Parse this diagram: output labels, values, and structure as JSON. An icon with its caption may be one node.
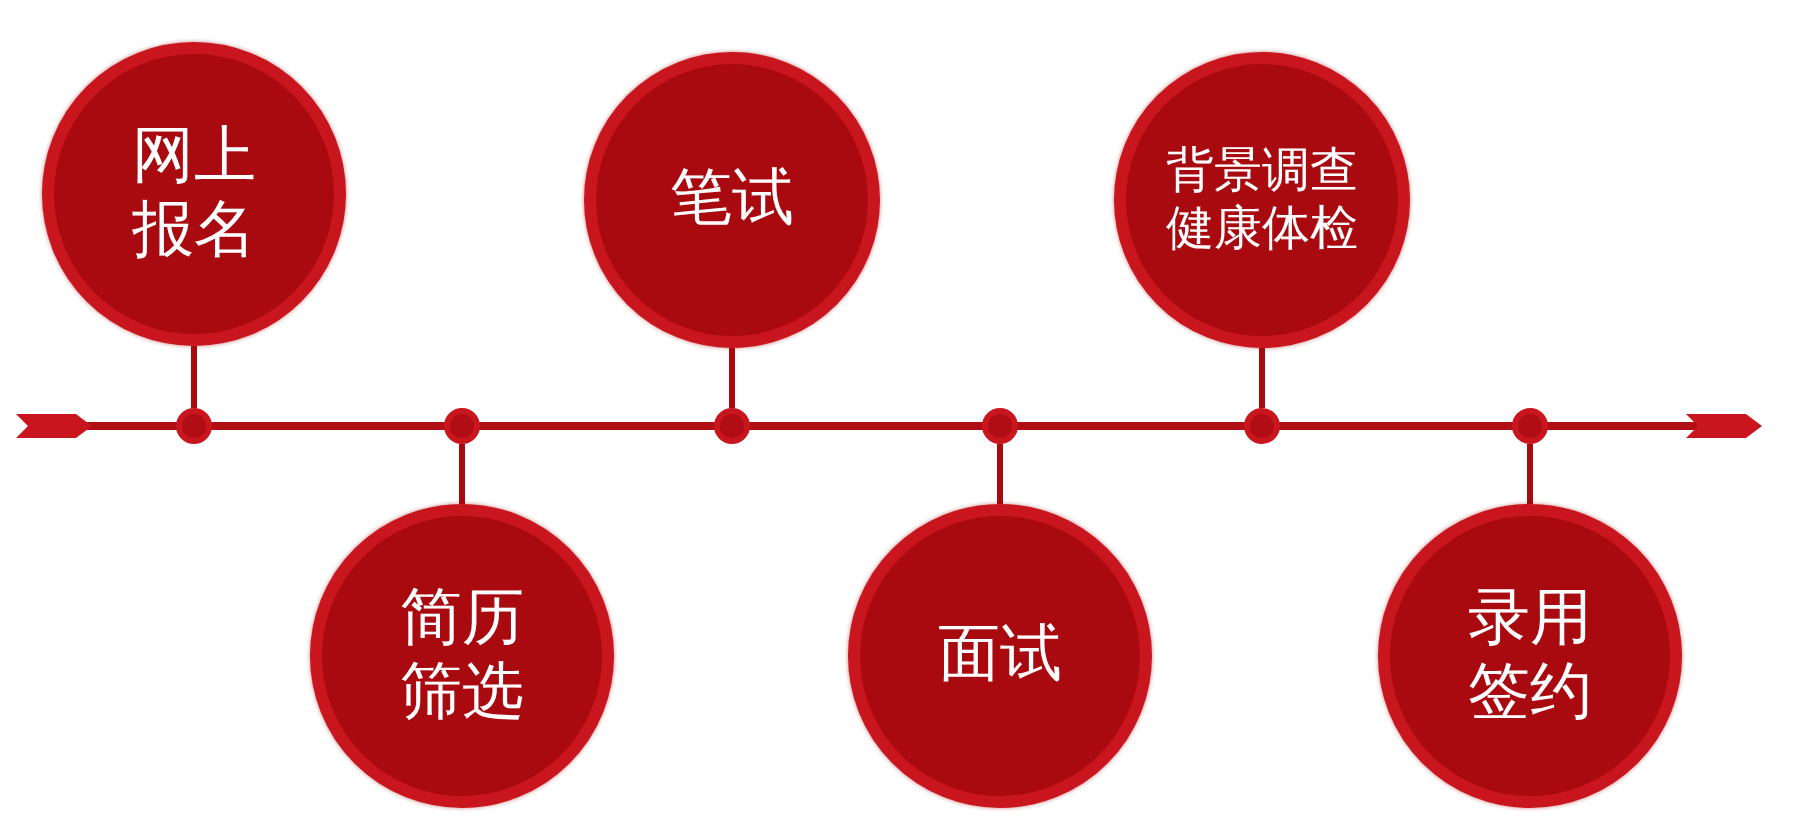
{
  "diagram": {
    "nodes": [
      {
        "text": [
          "网上报名"
        ]
      },
      {
        "text": [
          "简历筛选"
        ]
      },
      {
        "text": [
          "笔试"
        ]
      },
      {
        "text": [
          "面试"
        ]
      },
      {
        "text": [
          "背景调查健康体检"
        ]
      },
      {
        "text": [
          "录用签约"
        ]
      },
      {
        "text": [],
        "shape": "circle"
      },
      {
        "text": [],
        "shape": "circle"
      },
      {
        "text": [],
        "shape": "circle"
      },
      {
        "text": [],
        "shape": "circle"
      },
      {
        "text": [],
        "shape": "circle"
      },
      {
        "text": [],
        "shape": "circle"
      }
    ],
    "edges": [
      {
        "from": 0,
        "to": 6,
        "arrow": "none"
      },
      {
        "from": 1,
        "to": 7,
        "arrow": "none"
      },
      {
        "from": 2,
        "to": 8,
        "arrow": "none"
      },
      {
        "from": 3,
        "to": 9,
        "arrow": "none"
      },
      {
        "from": 4,
        "to": 10,
        "arrow": "none"
      },
      {
        "from": 5,
        "to": 11,
        "arrow": "none"
      }
    ]
  }
}
